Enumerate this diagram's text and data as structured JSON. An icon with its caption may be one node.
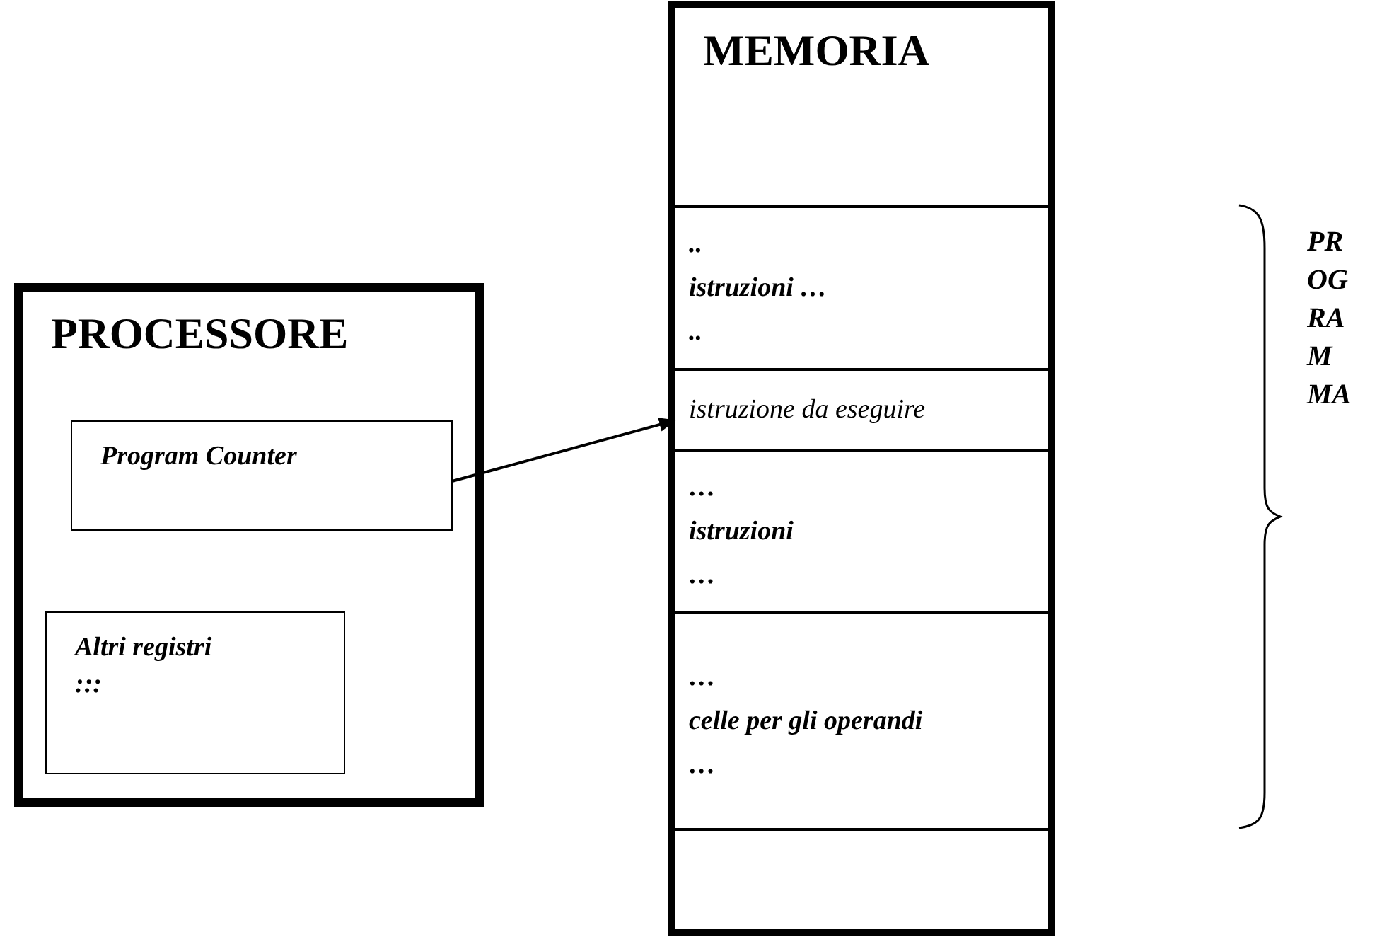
{
  "diagram": {
    "nodes": [
      {
        "text": [
          "PROCESSORE"
        ]
      },
      {
        "text": [
          "Program Counter"
        ],
        "in": 0
      },
      {
        "text": [
          "Altri registri",
          ":::"
        ],
        "in": 0
      },
      {
        "text": [
          "MEMORIA"
        ]
      },
      {
        "text": [
          "..",
          "istruzioni …",
          ".."
        ],
        "in": 3
      },
      {
        "text": [
          "istruzione da eseguire"
        ],
        "in": 3
      },
      {
        "text": [
          "…",
          "istruzioni",
          "…"
        ],
        "in": 3
      },
      {
        "text": [
          "…",
          "celle per gli operandi",
          "…"
        ],
        "in": 3
      },
      {
        "text": [],
        "shape": "box",
        "in": 3
      }
    ],
    "edges": [
      {
        "from": 1,
        "to": 5,
        "arrow": "to"
      }
    ],
    "labels": [
      "PROGRAMMA"
    ]
  }
}
